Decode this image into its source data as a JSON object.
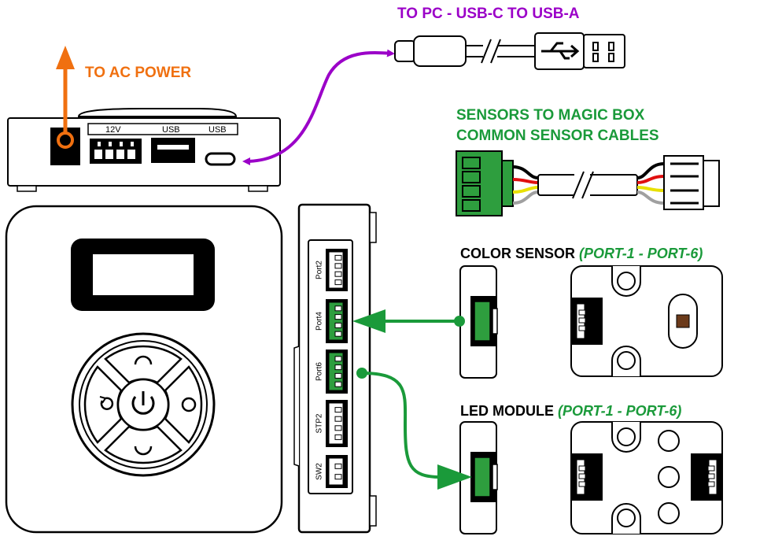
{
  "labels": {
    "ac_power": "TO AC POWER",
    "to_pc": "TO PC - USB-C TO USB-A",
    "sensors_line1": "SENSORS TO MAGIC BOX",
    "sensors_line2": "COMMON SENSOR CABLES",
    "color_sensor": "COLOR SENSOR ",
    "color_sensor_ports": "(PORT-1 - PORT-6)",
    "led_module": "LED MODULE ",
    "led_module_ports": "(PORT-1 - PORT-6)"
  },
  "top_panel": {
    "label_12v": "12V",
    "label_usb_a": "USB",
    "label_usb_c": "USB"
  },
  "ports": [
    {
      "label": "Port2",
      "highlighted": false
    },
    {
      "label": "Port4",
      "highlighted": true
    },
    {
      "label": "Port6",
      "highlighted": true
    },
    {
      "label": "STP2",
      "highlighted": false
    },
    {
      "label": "SW2",
      "highlighted": false
    }
  ],
  "colors": {
    "orange": "#f07010",
    "purple": "#9b00c8",
    "green": "#1a9a3a",
    "connector_green": "#2e9e3e",
    "wire_red": "#e01010",
    "wire_yellow": "#e8e000",
    "wire_gray": "#a0a0a0"
  }
}
